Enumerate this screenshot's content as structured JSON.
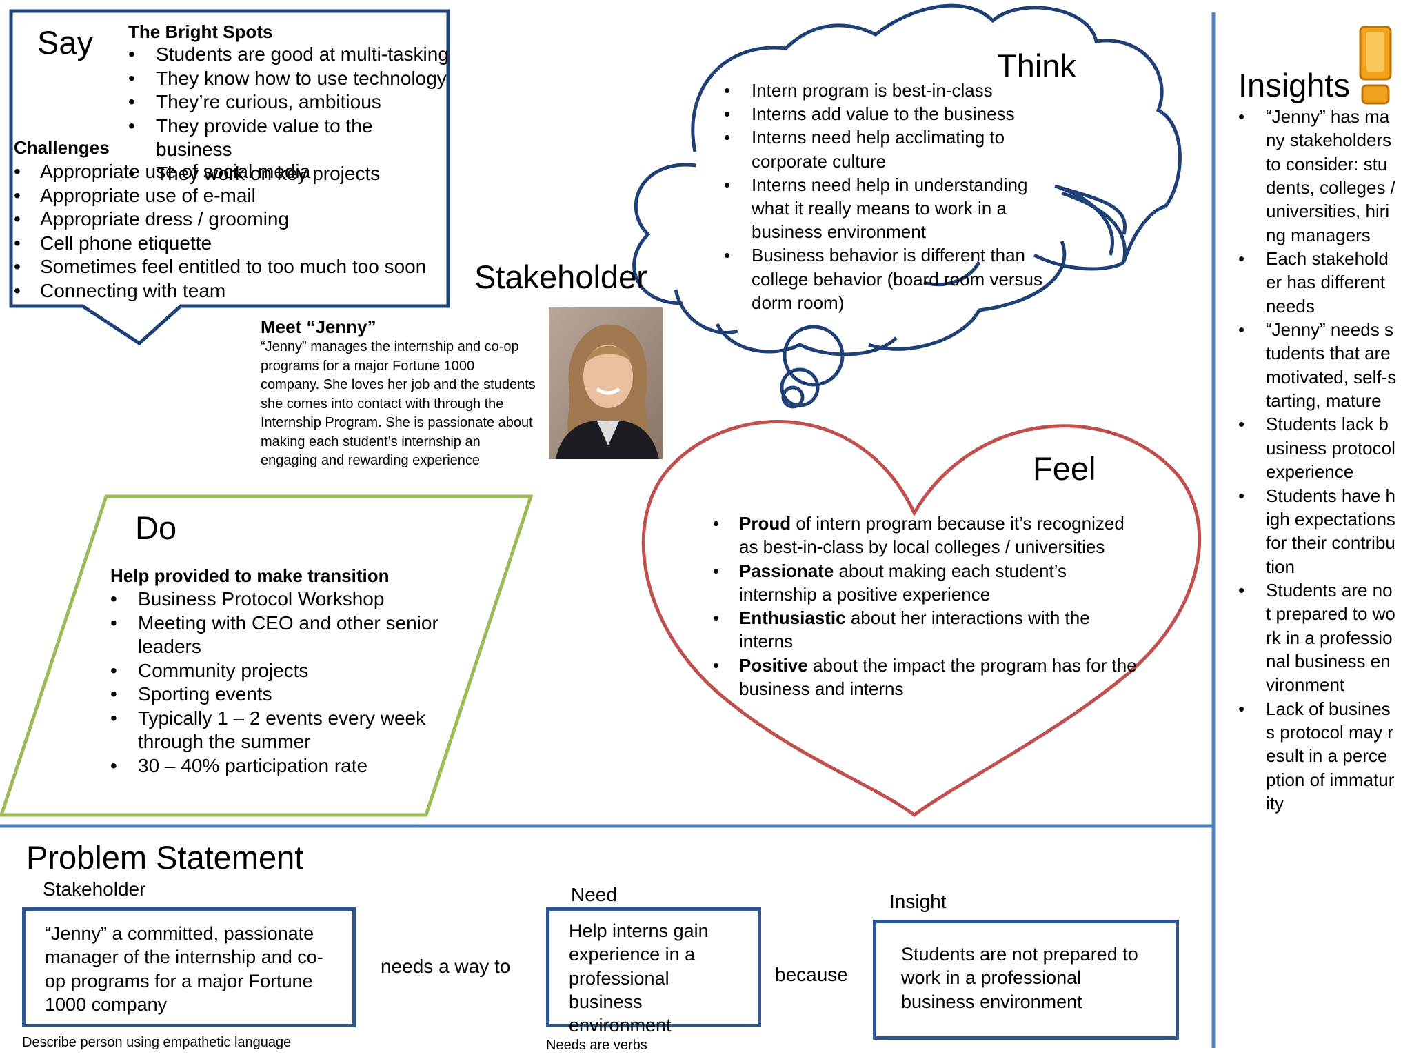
{
  "say": {
    "title": "Say",
    "bright_spots_title": "The Bright Spots",
    "bright_spots": [
      "Students are good at multi-tasking",
      "They know how to use technology",
      "They’re curious, ambitious",
      "They provide value to the business",
      "They work on key projects"
    ],
    "challenges_title": "Challenges",
    "challenges": [
      "Appropriate use of social media",
      "Appropriate use of e-mail",
      "Appropriate dress / grooming",
      "Cell phone etiquette",
      "Sometimes feel entitled to too much too soon",
      "Connecting with team"
    ]
  },
  "stakeholder": {
    "title": "Stakeholder",
    "meet_title": "Meet “Jenny”",
    "description": "“Jenny” manages the internship and co-op programs for a major Fortune 1000 company. She loves her job and the students she comes into contact with through the Internship Program. She is passionate about making each student’s internship an engaging and rewarding experience"
  },
  "do": {
    "title": "Do",
    "subtitle": "Help provided to make transition",
    "items": [
      "Business Protocol Workshop",
      "Meeting with CEO and other senior leaders",
      "Community projects",
      "Sporting events",
      "Typically 1 – 2 events every week through the summer",
      "30 – 40% participation rate"
    ]
  },
  "think": {
    "title": "Think",
    "items": [
      "Intern program is best-in-class",
      "Interns add value to the business",
      "Interns need help acclimating to corporate culture",
      "Interns need help in understanding what it really means to work in a business environment",
      "Business behavior is different than college behavior (board room versus dorm room)"
    ]
  },
  "feel": {
    "title": "Feel",
    "items": [
      {
        "bold": "Proud",
        "rest": " of intern program because it’s recognized as best-in-class by local colleges / universities"
      },
      {
        "bold": "Passionate",
        "rest": " about making each student’s internship a positive experience"
      },
      {
        "bold": "Enthusiastic",
        "rest": " about her interactions with the interns"
      },
      {
        "bold": "Positive",
        "rest": " about the impact the program has for the business and interns"
      }
    ]
  },
  "insights": {
    "title": "Insights",
    "items": [
      "“Jenny” has many stakeholders to consider: students, colleges / universities, hiring managers",
      "Each stakeholder has different needs",
      "“Jenny” needs students that are motivated, self-starting, mature",
      "Students lack business protocol experience",
      "Students have high expectations for their contribution",
      "Students are not prepared to work in a professional business environment",
      "Lack of business protocol may result in a perception of immaturity"
    ]
  },
  "problem_statement": {
    "title": "Problem Statement",
    "stakeholder_label": "Stakeholder",
    "need_label": "Need",
    "insight_label": "Insight",
    "stakeholder_text": "“Jenny” a committed, passionate manager of the internship and co-op programs for a major Fortune 1000 company",
    "connector_1": "needs a way to",
    "need_text": "Help interns gain experience in a professional business environment",
    "connector_2": "because",
    "insight_text": "Students are not prepared to work in a professional business environment",
    "note_stakeholder": "Describe person using empathetic language",
    "note_need": "Needs are verbs"
  },
  "colors": {
    "say_outline": "#1F3F77",
    "do_outline": "#9BBB59",
    "think_outline": "#1F3F77",
    "feel_outline": "#C0504D",
    "divider": "#4F81BD",
    "box_outline": "#2E5690",
    "exclamation": "#F3A21D"
  },
  "icons": {
    "insights": "exclamation-icon",
    "photo": "jenny-photo"
  }
}
